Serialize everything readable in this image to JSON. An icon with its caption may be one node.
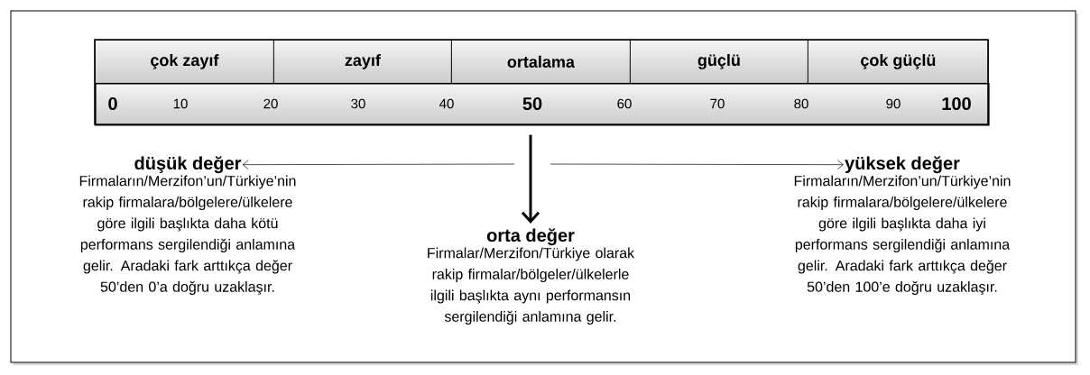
{
  "diagram": {
    "nodes": [
      {
        "text": [
          "çok zayıf"
        ]
      },
      {
        "text": [
          "zayıf"
        ]
      },
      {
        "text": [
          "ortalama"
        ]
      },
      {
        "text": [
          "güçlü"
        ]
      },
      {
        "text": [
          "çok güçlü"
        ]
      },
      {
        "text": [],
        "shape": "bar"
      },
      {
        "text": [
          "düşük değer",
          "Firmaların/Merzifon’un/Türkiye’nin rakip firmalara/bölgelere/ülkelere göre ilgili başlıkta daha kötü performans sergilendiği anlamına gelir. Aradaki fark arttıkça değer 50’den 0’a doğru uzaklaşır."
        ]
      },
      {
        "text": [
          "orta değer",
          "Firmalar/Merzifon/Türkiye olarak rakip firmalar/bölgeler/ülkelerle ilgili başlıkta aynı performansın sergilendiği anlamına gelir."
        ]
      },
      {
        "text": [
          "yüksek değer",
          "Firmaların/Merzifon’un/Türkiye’nin rakip firmalara/bölgelere/ülkelere göre ilgili başlıkta daha iyi performans sergilendiği anlamına gelir. Aradaki fark arttıkça değer 50’den  100’e doğru uzaklaşır."
        ]
      }
    ],
    "edges": [
      {
        "from": null,
        "to": 6,
        "arrow": "to"
      },
      {
        "from": 5,
        "to": 7,
        "arrow": "to",
        "style": "thick"
      },
      {
        "from": null,
        "to": 8,
        "arrow": "to"
      }
    ],
    "labels": [
      "0",
      "10",
      "20",
      "30",
      "40",
      "50",
      "60",
      "70",
      "80",
      "90",
      "100"
    ]
  }
}
